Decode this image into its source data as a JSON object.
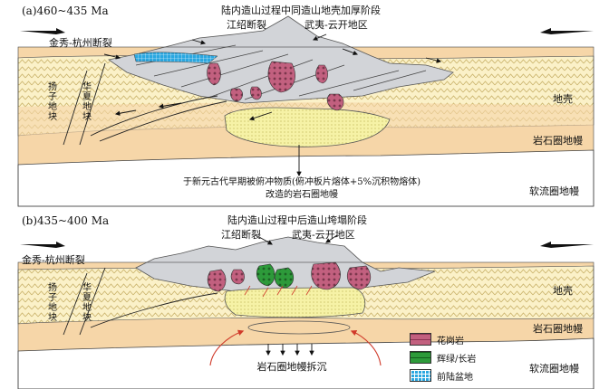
{
  "panels": [
    {
      "tag": "(a)460~435 Ma",
      "stage": "陆内造山过程中同造山地壳加厚阶段",
      "labels": {
        "jiangshao_fault": "江绍断裂",
        "wuyi_yunkai": "武夷-云开地区",
        "jinxiu_fault": "金秀-杭州断裂",
        "yangtze_block": "扬子地块",
        "cathaysia_block": "华夏地块",
        "crust": "地壳",
        "lithospheric_mantle": "岩石圈地幔",
        "asthenosphere": "软流圈地幔",
        "source_line1": "于新元古代早期被俯冲物质(俯冲板片熔体+5%沉积物熔体)",
        "source_line2": "改造的岩石圈地幔"
      }
    },
    {
      "tag": "(b)435~400 Ma",
      "stage": "陆内造山过程中后造山垮塌阶段",
      "labels": {
        "jiangshao_fault": "江绍断裂",
        "wuyi_yunkai": "武夷-云开地区",
        "jinxiu_fault": "金秀-杭州断裂",
        "yangtze_block": "扬子地块",
        "cathaysia_block": "华夏地块",
        "crust": "地壳",
        "lithospheric_mantle": "岩石圈地幔",
        "asthenosphere": "软流圈地幔",
        "delamination": "岩石圈地幔拆沉"
      }
    }
  ],
  "legend": [
    {
      "label": "花岗岩",
      "color": "#c2607f",
      "pattern": "crosses"
    },
    {
      "label": "辉绿/长岩",
      "color": "#2d9a3a",
      "pattern": "crosses"
    },
    {
      "label": "前陆盆地",
      "color": "#2aa7e0",
      "pattern": "grid"
    }
  ],
  "colors": {
    "mantle": "#f6d6a8",
    "crust_band": "#fbf1c8",
    "thrust_sheet": "#d2d4d8",
    "modified_mantle": "#f6f2a6",
    "granite": "#c2607f",
    "diabase": "#2d9a3a",
    "foreland": "#2aa7e0",
    "arrow_red": "#d03a2a"
  }
}
